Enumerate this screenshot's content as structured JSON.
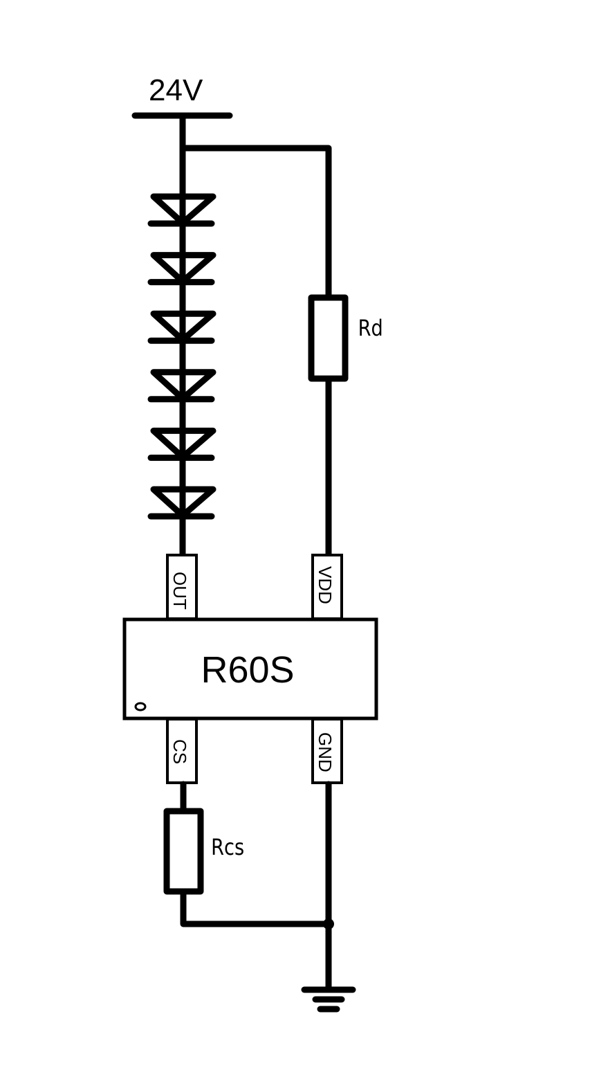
{
  "diagram": {
    "type": "circuit-schematic",
    "supply": {
      "label": "24V"
    },
    "led_string": {
      "count": 6,
      "component": "LED"
    },
    "chip": {
      "label": "R60S",
      "pins": {
        "top_left": "OUT",
        "top_right": "VDD",
        "bottom_left": "CS",
        "bottom_right": "GND"
      }
    },
    "resistors": [
      {
        "id": "rd",
        "label": "Rd",
        "connects": "24V to VDD"
      },
      {
        "id": "rcs",
        "label": "Rcs",
        "connects": "CS to GND"
      }
    ],
    "ground": {
      "symbol": "ground"
    },
    "colors": {
      "stroke": "#000000",
      "background": "#ffffff"
    }
  }
}
